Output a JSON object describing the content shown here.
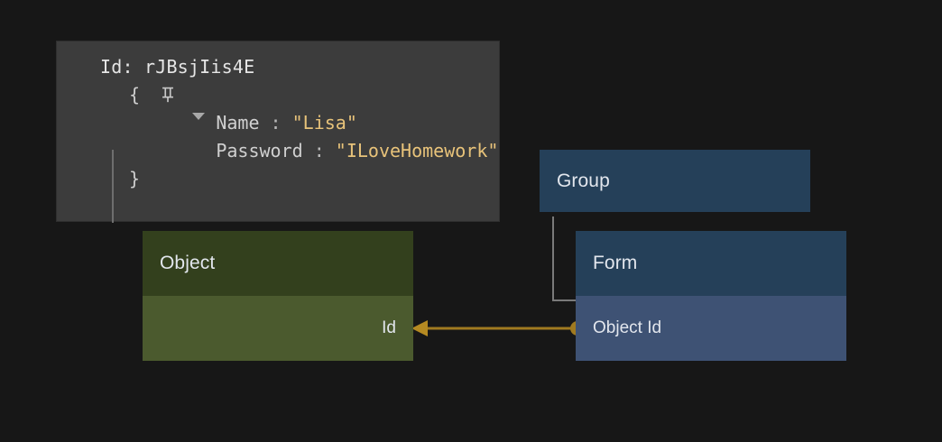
{
  "theme": {
    "background": "#171717",
    "panel_bg": "#3c3c3c",
    "panel_text": "#cfcfcf",
    "value_color": "#e8c37a",
    "object_header": "#33401d",
    "object_body": "#4b5a2e",
    "group_header": "#254059",
    "form_header": "#254059",
    "form_body": "#3e5274",
    "node_text": "#e2e6ed",
    "connector_gray": "#7a7a7a",
    "relation_amber": "#b58a22"
  },
  "inspector": {
    "pin_icon": "pushpin-icon",
    "title": "Id: rJBsjIis4E",
    "disclosure_icon": "triangle-down-icon",
    "open_brace": "{",
    "close_brace": "}",
    "properties": [
      {
        "key": "Name",
        "separator": ":",
        "value": "\"Lisa\""
      },
      {
        "key": "Password",
        "separator": ":",
        "value": "\"ILoveHomework\""
      }
    ]
  },
  "diagram": {
    "nodes": [
      {
        "id": "object",
        "title": "Object",
        "fields": [
          {
            "label": "Id"
          }
        ]
      },
      {
        "id": "group",
        "title": "Group",
        "fields": []
      },
      {
        "id": "form",
        "title": "Form",
        "fields": [
          {
            "label": "Object Id"
          }
        ]
      }
    ],
    "connections": [
      {
        "from": "group",
        "to": "form",
        "style": "tree-branch"
      },
      {
        "from": "form.Object Id",
        "to": "object.Id",
        "style": "foreign-key-arrow"
      }
    ]
  }
}
